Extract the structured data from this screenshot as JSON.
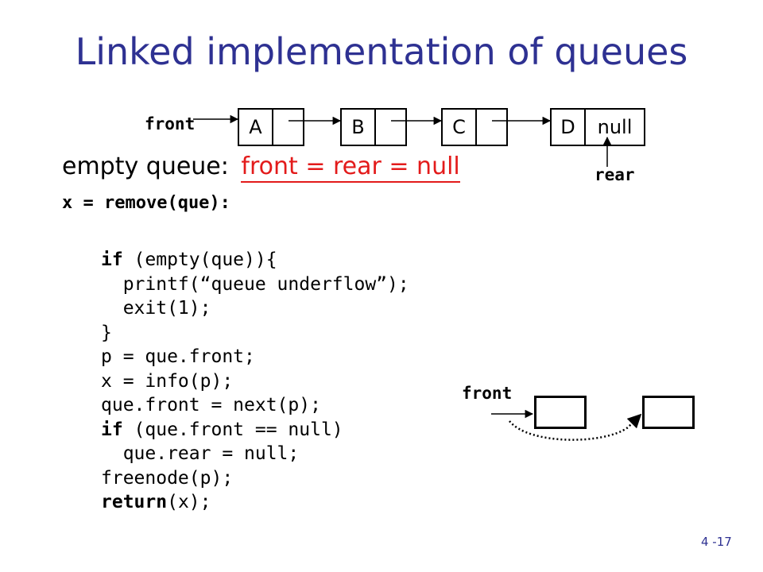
{
  "title": "Linked implementation of queues",
  "diagram_top": {
    "front_label": "front",
    "rear_label": "rear",
    "nodes": [
      {
        "info": "A",
        "next": ""
      },
      {
        "info": "B",
        "next": ""
      },
      {
        "info": "C",
        "next": ""
      },
      {
        "info": "D",
        "next": "null"
      }
    ]
  },
  "empty_queue": {
    "prefix": "empty queue:",
    "condition": "front = rear = null"
  },
  "remove_signature": "x = remove(que):",
  "code_lines": [
    {
      "kw": "if",
      "rest": " (empty(que)){"
    },
    {
      "kw": "",
      "rest": "  printf(“queue underflow”);"
    },
    {
      "kw": "",
      "rest": "  exit(1);"
    },
    {
      "kw": "",
      "rest": "}"
    },
    {
      "kw": "",
      "rest": "p = que.front;"
    },
    {
      "kw": "",
      "rest": "x = info(p);"
    },
    {
      "kw": "",
      "rest": "que.front = next(p);"
    },
    {
      "kw": "if",
      "rest": " (que.front == null)"
    },
    {
      "kw": "",
      "rest": "  que.rear = null;"
    },
    {
      "kw": "",
      "rest": "freenode(p);"
    },
    {
      "kw": "return",
      "rest": "(x);"
    }
  ],
  "diagram_bottom": {
    "front_label": "front"
  },
  "page_number": "4 -17"
}
